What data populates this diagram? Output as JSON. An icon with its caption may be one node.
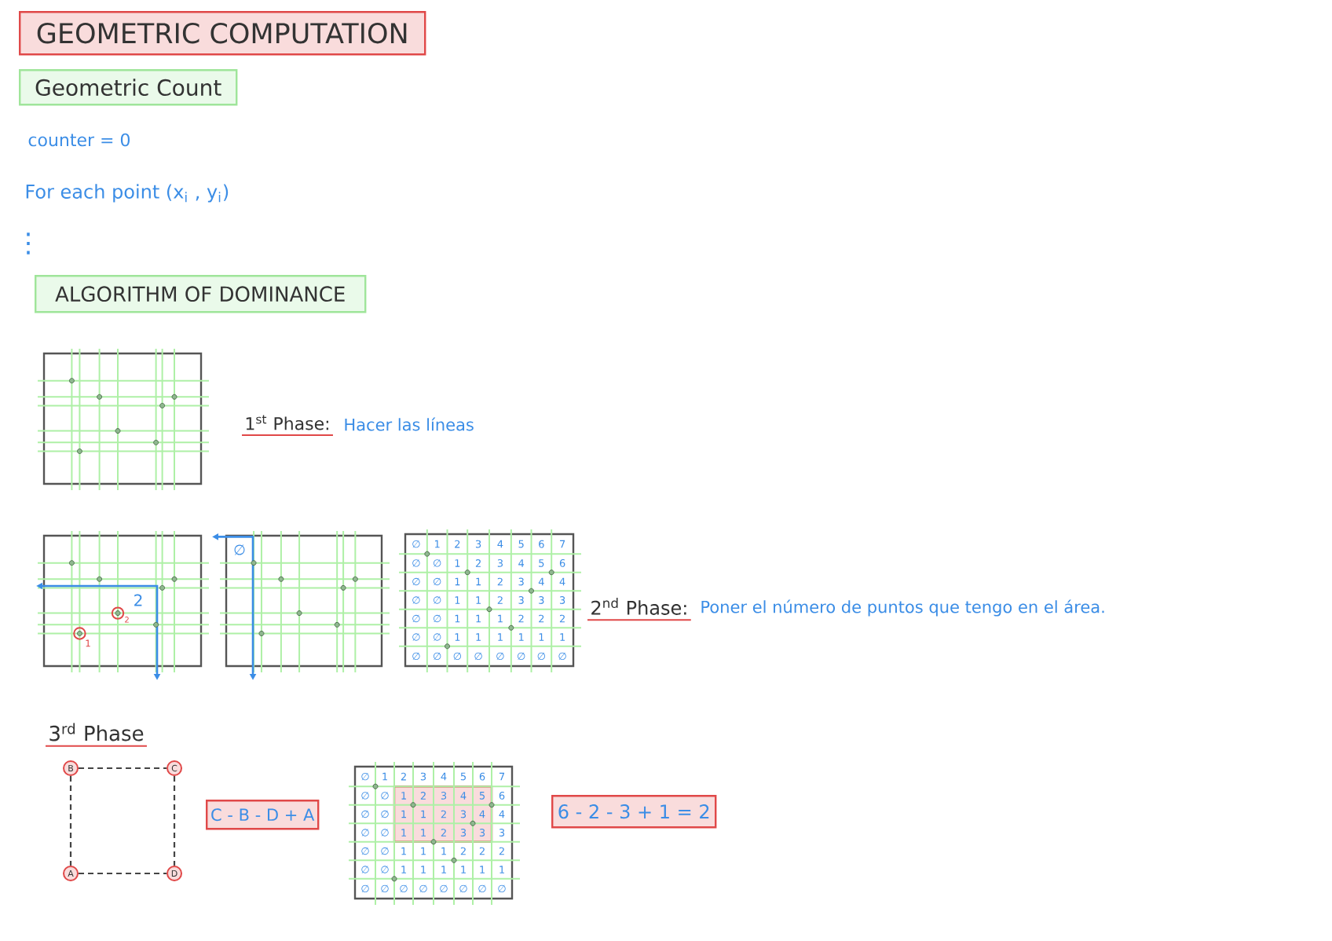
{
  "diagram": {
    "title": "GEOMETRIC COMPUTATION",
    "nodes": [
      {
        "text": [
          "Geometric Count"
        ]
      },
      {
        "text": [
          "ALGORITHM OF DOMINANCE"
        ]
      },
      {
        "text": [
          "B"
        ]
      },
      {
        "text": [
          "C"
        ]
      },
      {
        "text": [
          "A"
        ]
      },
      {
        "text": [
          "D"
        ]
      },
      {
        "text": [
          "C - B - D + A"
        ]
      },
      {
        "text": [
          "6 - 2 - 3 + 1 = 2"
        ]
      }
    ],
    "edges": [
      {
        "from": 2,
        "to": 3,
        "arrow": "none",
        "style": "dashed"
      },
      {
        "from": 2,
        "to": 4,
        "arrow": "none",
        "style": "dashed"
      },
      {
        "from": 3,
        "to": 5,
        "arrow": "none",
        "style": "dashed"
      },
      {
        "from": 4,
        "to": 5,
        "arrow": "none",
        "style": "dashed"
      }
    ],
    "labels": [
      "counter = 0",
      "For each point (x$_{i}$ , y$_{i}$)",
      "⋮",
      "1$^{st}$ Phase:",
      "Hacer las líneas",
      "∅",
      "2",
      "2",
      "1",
      "∅",
      "1",
      "2",
      "3",
      "4",
      "5",
      "6",
      "7",
      "∅",
      "∅",
      "1",
      "2",
      "3",
      "4",
      "5",
      "6",
      "∅",
      "∅",
      "1",
      "1",
      "2",
      "3",
      "4",
      "4",
      "∅",
      "∅",
      "1",
      "1",
      "2",
      "3",
      "3",
      "3",
      "∅",
      "∅",
      "1",
      "1",
      "1",
      "2",
      "2",
      "2",
      "∅",
      "∅",
      "1",
      "1",
      "1",
      "1",
      "1",
      "1",
      "∅",
      "∅",
      "∅",
      "∅",
      "∅",
      "∅",
      "∅",
      "∅",
      "2$^{nd}$ Phase:",
      "Poner el número de puntos que tengo en el área.",
      "3$^{rd}$ Phase",
      "∅",
      "1",
      "2",
      "3",
      "4",
      "5",
      "6",
      "7",
      "∅",
      "∅",
      "1",
      "2",
      "3",
      "4",
      "5",
      "6",
      "∅",
      "∅",
      "1",
      "1",
      "2",
      "3",
      "4",
      "4",
      "∅",
      "∅",
      "1",
      "1",
      "2",
      "3",
      "3",
      "3",
      "∅",
      "∅",
      "1",
      "1",
      "1",
      "2",
      "2",
      "2",
      "∅",
      "∅",
      "1",
      "1",
      "1",
      "1",
      "1",
      "1",
      "∅",
      "∅",
      "∅",
      "∅",
      "∅",
      "∅",
      "∅",
      "∅"
    ]
  }
}
